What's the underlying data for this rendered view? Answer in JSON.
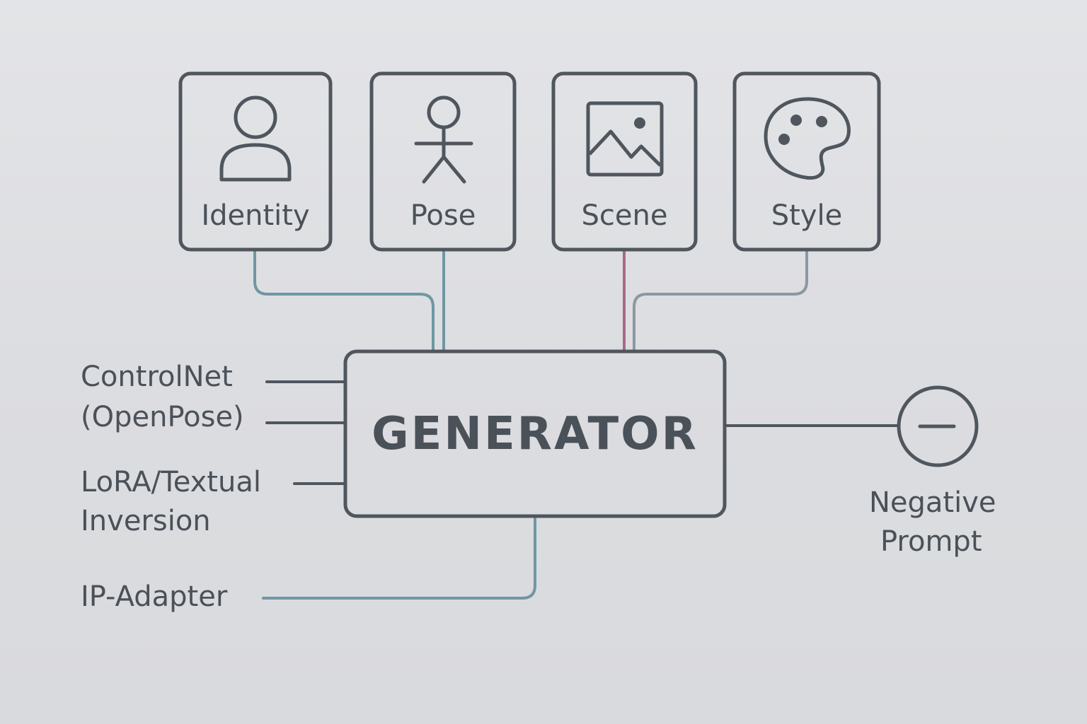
{
  "inputs": [
    {
      "id": "identity",
      "label": "Identity",
      "icon": "person-icon",
      "connector_color": "#6f97a3"
    },
    {
      "id": "pose",
      "label": "Pose",
      "icon": "stick-figure-icon",
      "connector_color": "#6f97a3"
    },
    {
      "id": "scene",
      "label": "Scene",
      "icon": "image-landscape-icon",
      "connector_color": "#a86a86"
    },
    {
      "id": "style",
      "label": "Style",
      "icon": "palette-icon",
      "connector_color": "#8a9aa3"
    }
  ],
  "generator": {
    "label": "GENERATOR"
  },
  "side_inputs": [
    {
      "label_lines": [
        "ControlNet",
        "(OpenPose)"
      ]
    },
    {
      "label_lines": [
        "LoRA/Textual",
        "Inversion"
      ]
    },
    {
      "label_lines": [
        "IP-Adapter"
      ]
    }
  ],
  "negative_prompt": {
    "label_lines": [
      "Negative",
      "Prompt"
    ],
    "icon": "minus-circle-icon"
  },
  "colors": {
    "stroke": "#4f565e",
    "teal": "#6f97a3",
    "magenta": "#a86a86",
    "background": "#dfe0e3"
  }
}
